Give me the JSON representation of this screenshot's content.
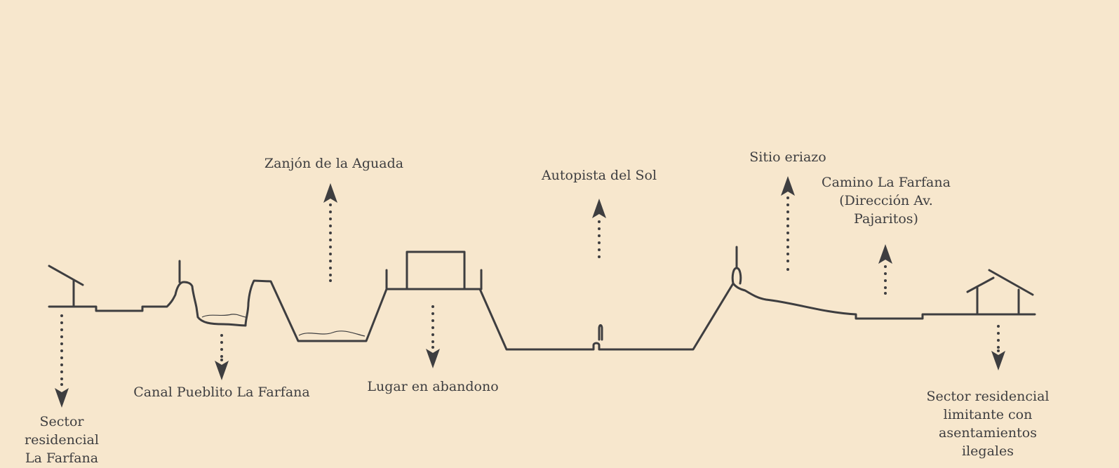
{
  "colors": {
    "background": "#f7e7cd",
    "ink": "#3e3e40"
  },
  "labels": {
    "zanjon": "Zanjón de la Aguada",
    "autopista": "Autopista del Sol",
    "sitio": "Sitio eriazo",
    "camino": "Camino La Farfana\n(Dirección Av.\nPajaritos)",
    "sector_left": "Sector\nresidencial\nLa Farfana",
    "canal": "Canal Pueblito La Farfana",
    "lugar": "Lugar en abandono",
    "sector_right": "Sector residencial\nlimitante con asentamientos ilegales"
  },
  "icons": {
    "up_arrows": [
      "arrow-up-icon"
    ],
    "down_arrows": [
      "arrow-down-icon"
    ]
  }
}
